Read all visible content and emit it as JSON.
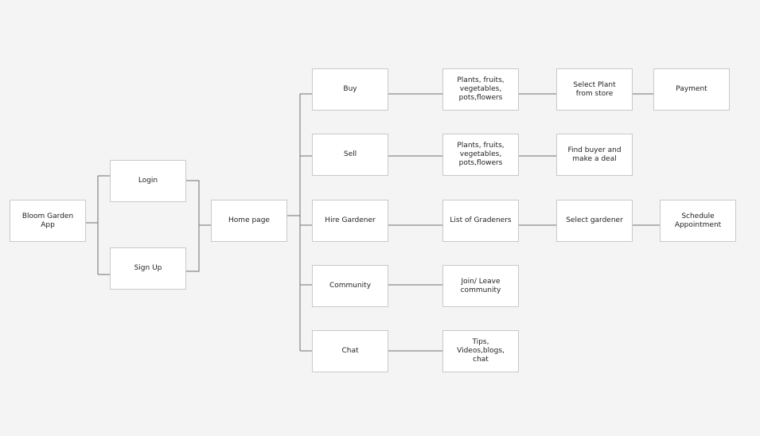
{
  "diagram": {
    "nodes": {
      "app": "Bloom Garden App",
      "login": "Login",
      "signup": "Sign Up",
      "home": "Home page",
      "buy": "Buy",
      "sell": "Sell",
      "hire": "Hire Gardener",
      "community": "Community",
      "chat": "Chat",
      "buy_items": "Plants, fruits,\nvegetables,\npots,flowers",
      "sell_items": "Plants, fruits,\nvegetables,\npots,flowers",
      "gardener_list": "List of Gradeners",
      "join_leave": "Join/ Leave\ncommunity",
      "tips": "Tips, Videos,blogs,\nchat",
      "select_plant": "Select Plant\nfrom store",
      "find_buyer": "Find buyer and\nmake a deal",
      "select_gardener": "Select gardener",
      "payment": "Payment",
      "schedule": "Schedule\nAppointment"
    },
    "line_color": "#707070"
  }
}
